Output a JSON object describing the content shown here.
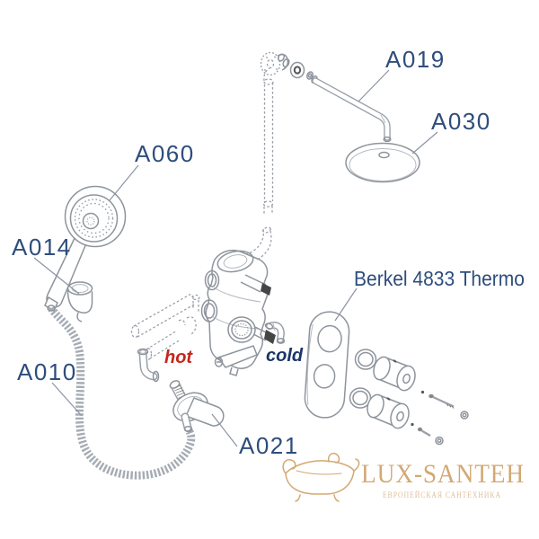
{
  "diagram": {
    "labels": {
      "a019": "A019",
      "a030": "A030",
      "a060": "A060",
      "a014": "A014",
      "a010": "A010",
      "a021": "A021",
      "model": "Berkel 4833 Thermo",
      "hot": "hot",
      "cold": "cold"
    },
    "colors": {
      "label_blue": "#2e4d7c",
      "hot_red": "#c3261c",
      "cold_navy": "#1b3568",
      "line_gray": "#8e949c",
      "dark_accent": "#454545",
      "logo_gold": "#d2a874",
      "logo_gold_light": "#dfc09a"
    }
  },
  "watermark": {
    "brand": "LUX-SANTEH",
    "tagline": "ЕВРОПЕЙСКАЯ САНТЕХНИКА"
  }
}
